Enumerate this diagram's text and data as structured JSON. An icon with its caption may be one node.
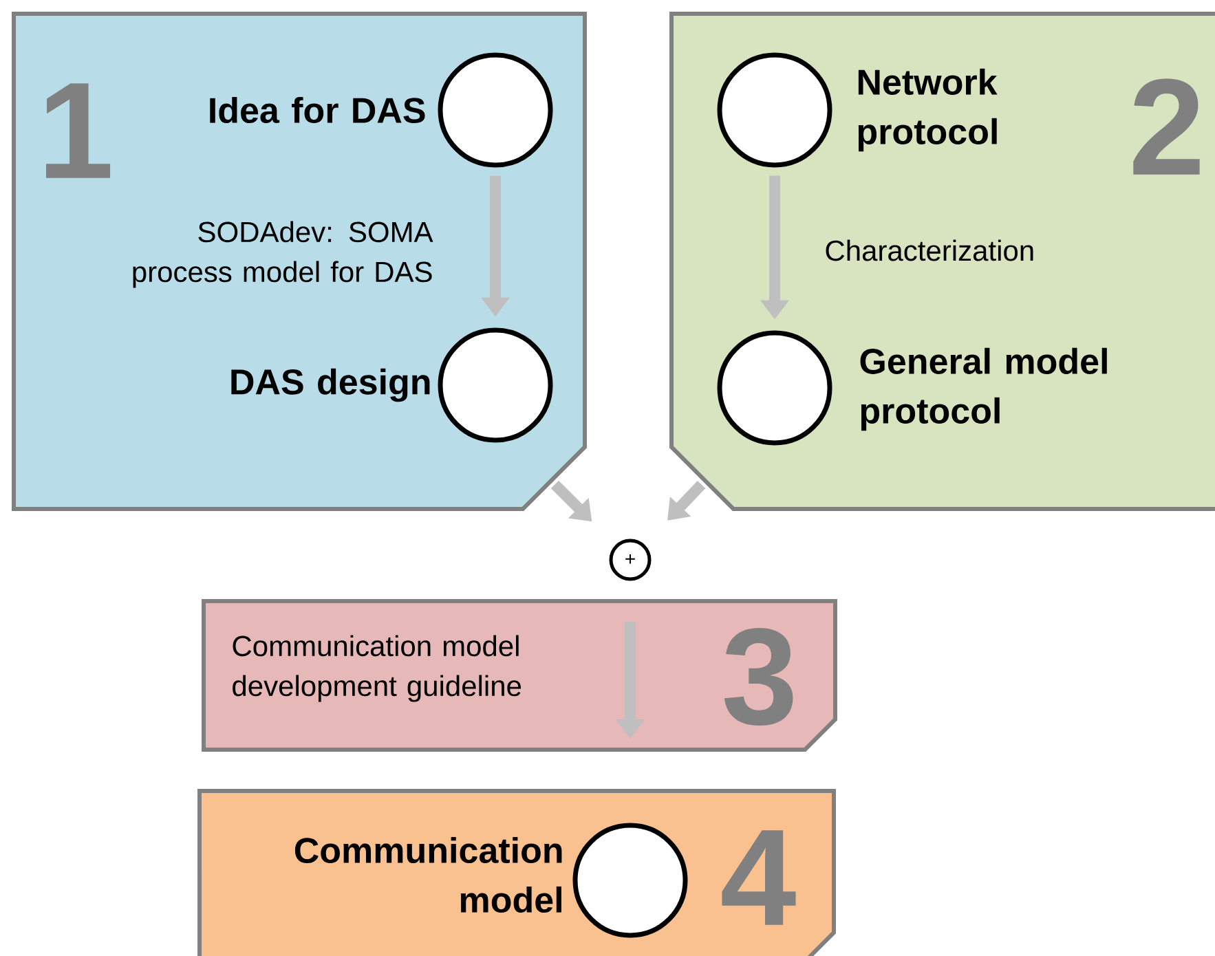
{
  "diagram": {
    "nodes": [
      {
        "text": [
          "1"
        ]
      },
      {
        "text": [],
        "shape": "circle",
        "beside": [
          "Idea for DAS"
        ],
        "in": 0
      },
      {
        "text": [],
        "shape": "circle",
        "beside": [
          "DAS design"
        ],
        "in": 0
      },
      {
        "text": [
          "2"
        ]
      },
      {
        "text": [],
        "shape": "circle",
        "beside": [
          "Network protocol"
        ],
        "in": 3
      },
      {
        "text": [],
        "shape": "circle",
        "beside": [
          "General model protocol"
        ],
        "in": 3
      },
      {
        "text": [
          "+"
        ]
      },
      {
        "text": [
          "Communication model development guideline",
          "3"
        ]
      },
      {
        "text": [
          "4"
        ]
      },
      {
        "text": [],
        "shape": "circle",
        "beside": [
          "Communication model"
        ],
        "in": 8
      }
    ],
    "edges": [
      {
        "from": 1,
        "to": 2,
        "arrow": "to",
        "label": "SODAdev: SOMA process model for DAS"
      },
      {
        "from": 4,
        "to": 5,
        "arrow": "to",
        "label": "Characterization"
      },
      {
        "from": 0,
        "to": 6,
        "arrow": "to"
      },
      {
        "from": 3,
        "to": 6,
        "arrow": "to"
      }
    ]
  }
}
